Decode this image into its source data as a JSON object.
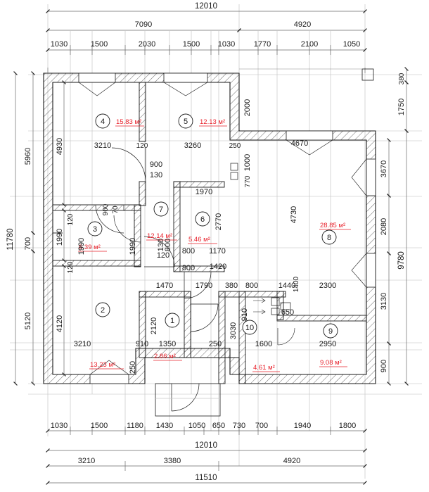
{
  "drawing": {
    "type": "architectural-floor-plan",
    "units": "mm",
    "area_units": "м²",
    "colors": {
      "line": "#1a1a1a",
      "dimension": "#555555",
      "area_label": "#e8202a",
      "grid": "#b9b9b9",
      "wall_fill": "#ffffff"
    }
  },
  "rooms": [
    {
      "number": "1",
      "area": "2.86 м²"
    },
    {
      "number": "2",
      "area": "13.23 м²"
    },
    {
      "number": "3",
      "area": "6.39 м²"
    },
    {
      "number": "4",
      "area": "15.83 м²"
    },
    {
      "number": "5",
      "area": "12.13 м²"
    },
    {
      "number": "6",
      "area": "5.46 м²"
    },
    {
      "number": "7",
      "area": "12.14 м²"
    },
    {
      "number": "8",
      "area": "28.85 м²"
    },
    {
      "number": "9",
      "area": "9.08 м²"
    },
    {
      "number": "10",
      "area": "4.61 м²"
    }
  ],
  "dimensions": {
    "top": {
      "overall": "12010",
      "row_major": [
        "7090",
        "4920"
      ],
      "row_detail": [
        "1030",
        "1500",
        "2030",
        "1500",
        "1030",
        "1770",
        "2100",
        "1050"
      ]
    },
    "bottom": {
      "row_detail": [
        "1030",
        "1500",
        "1180",
        "1430",
        "1050",
        "650",
        "730",
        "700",
        "1940",
        "1800"
      ],
      "overall_upper": "12010",
      "row_major": [
        "3210",
        "3380",
        "4920"
      ],
      "overall_lower": "11510"
    },
    "left": {
      "overall": "11780",
      "outer": [
        "5960",
        "700",
        "5120"
      ],
      "inner": [
        "4930",
        "120",
        "1990",
        "120",
        "4120"
      ]
    },
    "right": {
      "top_small": [
        "380",
        "1750"
      ],
      "overall": "9780",
      "chain": [
        "3670",
        "2080",
        "3130",
        "900"
      ]
    },
    "interior": [
      "3210",
      "120",
      "3260",
      "250",
      "4670",
      "2000",
      "1000",
      "770",
      "4730",
      "900",
      "130",
      "70",
      "900",
      "1970",
      "2770",
      "1170",
      "800",
      "1420",
      "120",
      "800",
      "1990",
      "120",
      "130",
      "800",
      "120",
      "1470",
      "1790",
      "380",
      "800",
      "1440",
      "1400",
      "2300",
      "2120",
      "1350",
      "250",
      "910",
      "650",
      "1600",
      "3030",
      "2950",
      "4120",
      "910",
      "120"
    ]
  }
}
